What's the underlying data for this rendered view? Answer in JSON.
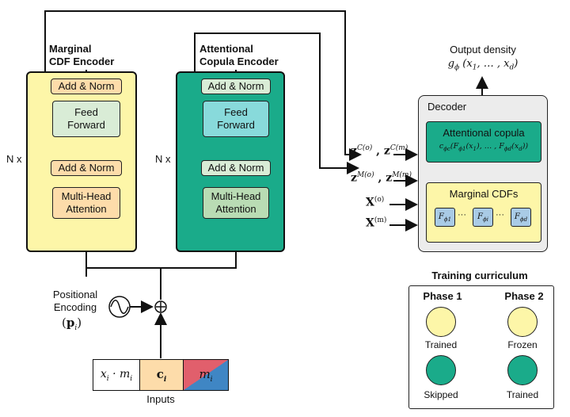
{
  "marginal_encoder": {
    "title_line1": "Marginal",
    "title_line2": "CDF Encoder",
    "repeat": "N x",
    "add_norm_top": "Add & Norm",
    "feed_forward_1": "Feed",
    "feed_forward_2": "Forward",
    "add_norm_bottom": "Add & Norm",
    "mha_1": "Multi-Head",
    "mha_2": "Attention"
  },
  "copula_encoder": {
    "title_line1": "Attentional",
    "title_line2": "Copula Encoder",
    "repeat": "N x",
    "add_norm_top": "Add & Norm",
    "feed_forward_1": "Feed",
    "feed_forward_2": "Forward",
    "add_norm_bottom": "Add & Norm",
    "mha_1": "Multi-Head",
    "mha_2": "Attention"
  },
  "decoder": {
    "title": "Decoder",
    "copula_title": "Attentional copula",
    "copula_formula": "c_φc(F_φ1(x1), …, F_φd(xd))",
    "marginal_title": "Marginal CDFs",
    "f1": "F_φ1",
    "fi": "F_φi",
    "fd": "F_φd",
    "dots": "···"
  },
  "output": {
    "label": "Output density",
    "formula": "g_φ (x1, …, xd)"
  },
  "decoder_inputs": {
    "zc": "z^C(o) , z^C(m)",
    "zm": "z^M(o) , z^M(m)",
    "xo": "X^(o)",
    "xm": "X^(m)"
  },
  "positional": {
    "line1": "Positional",
    "line2": "Encoding",
    "symbol": "(p_i)"
  },
  "inputs": {
    "cell1": "x_i · m_i",
    "cell2": "c_i",
    "cell3": "m_i",
    "label": "Inputs"
  },
  "curriculum": {
    "title": "Training curriculum",
    "phase1": "Phase 1",
    "phase2": "Phase 2",
    "y1": "Trained",
    "y2": "Frozen",
    "g1": "Skipped",
    "g2": "Trained"
  },
  "colors": {
    "yellow_panel": "#fdf6a8",
    "teal_panel": "#1aab8a",
    "orange_block": "#fddcaa",
    "green_block": "#d9ecd6",
    "cyan_block": "#88dadb",
    "decoder_bg": "#ececec",
    "blue_box": "#a9cbe6"
  }
}
